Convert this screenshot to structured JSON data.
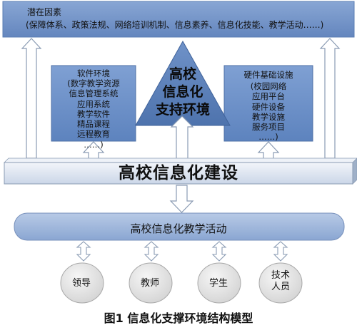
{
  "colors": {
    "top_panel": "#6f93c9",
    "inner_box": "#6b91c9",
    "triangle": "#5b7fb6",
    "construction_band": "#dce4f0",
    "activity_bar": "#9db4d9",
    "circle_fill": "#e6e6e6",
    "arrow_fill": "#ffffff",
    "arrow_stroke": "#8a9bb3"
  },
  "diagram": {
    "potential_factors": {
      "title": "潜在因素",
      "detail": "(保障体系、政策法规、网络培训机制、信息素养、信息化技能、教学活动……)"
    },
    "software_environment": {
      "title": "软件环境",
      "detail": "(数字教学资源\n信息管理系统\n应用系统\n教学软件\n精品课程\n远程教育\n……)"
    },
    "support_environment": "高校\n信息化\n支持环境",
    "hardware_infrastructure": {
      "title": "硬件基础设施",
      "detail": "(校园网络\n应用平台\n硬件设备\n教学设施\n服务项目\n……)"
    },
    "construction": "高校信息化建设",
    "teaching_activity": "高校信息化教学活动",
    "participants": [
      "领导",
      "教师",
      "学生",
      "技术\n人员"
    ]
  },
  "caption": "图1   信息化支撑环境结构模型"
}
